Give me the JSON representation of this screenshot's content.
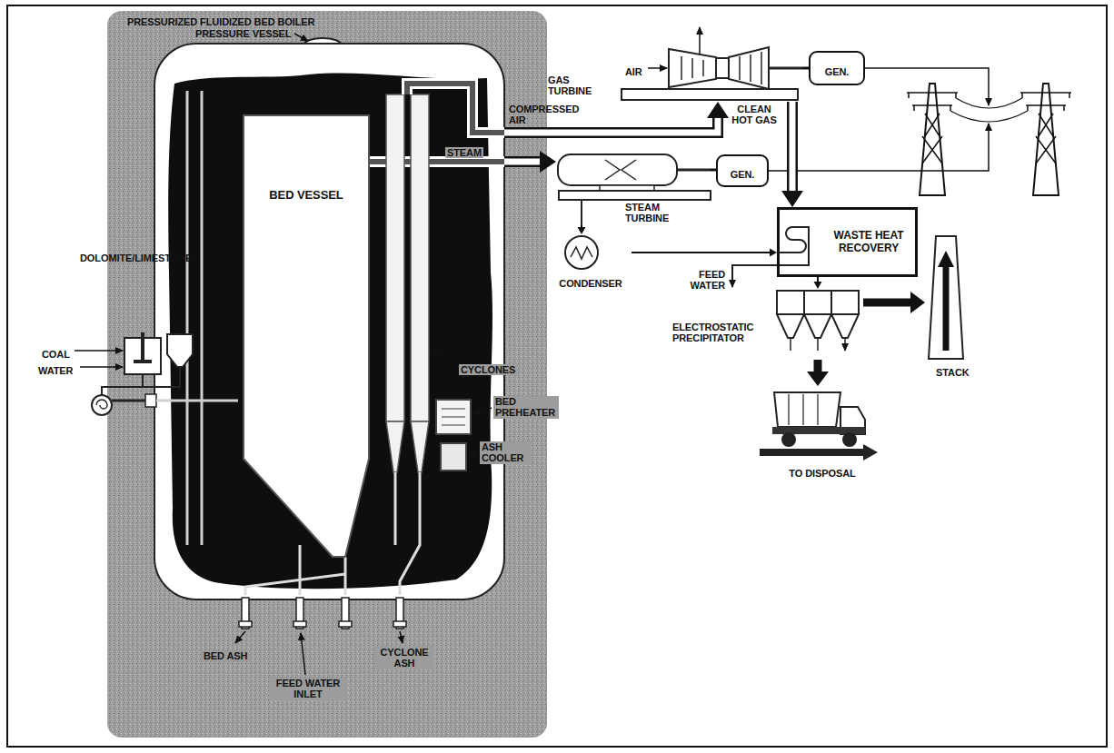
{
  "diagram": {
    "nodes": [
      {
        "text": [
          "PRESSURIZED FLUIDIZED BED BOILER"
        ]
      },
      {
        "text": [
          "PRESSURE VESSEL"
        ],
        "in": 0
      },
      {
        "text": [
          "BED VESSEL"
        ],
        "in": 1
      },
      {
        "text": [
          "GAS TURBINE"
        ]
      },
      {
        "text": [
          "GEN."
        ]
      },
      {
        "text": [
          "STEAM TURBINE"
        ]
      },
      {
        "text": [
          "GEN."
        ]
      },
      {
        "text": [
          "CONDENSER"
        ]
      },
      {
        "text": [
          "WASTE HEAT RECOVERY"
        ]
      },
      {
        "text": [
          "ELECTROSTATIC PRECIPITATOR"
        ]
      },
      {
        "text": [
          "STACK"
        ]
      },
      {
        "text": [
          "TO DISPOSAL"
        ]
      }
    ],
    "edges": [
      {
        "from": 1,
        "to": 3,
        "arrow": "to"
      },
      {
        "from": 1,
        "to": 5,
        "arrow": "to"
      },
      {
        "from": 3,
        "to": 4,
        "arrow": "none"
      },
      {
        "from": 5,
        "to": 6,
        "arrow": "none"
      },
      {
        "from": 5,
        "to": 7,
        "arrow": "to"
      },
      {
        "from": 7,
        "to": 8,
        "arrow": "to"
      },
      {
        "from": 3,
        "to": 8,
        "arrow": "to"
      },
      {
        "from": 8,
        "to": 9,
        "arrow": "to"
      },
      {
        "from": 9,
        "to": 10,
        "arrow": "to"
      },
      {
        "from": 9,
        "to": 11,
        "arrow": "to"
      }
    ],
    "labels": [
      "DOLOMITE/LIMESTONE",
      "COAL",
      "WATER",
      "COMPRESSED AIR",
      "STEAM",
      "CYCLONES",
      "BED PREHEATER",
      "ASH COOLER",
      "BED ASH",
      "FEED WATER INLET",
      "CYCLONE ASH",
      "AIR",
      "CLEAN HOT GAS",
      "FEED WATER"
    ]
  }
}
